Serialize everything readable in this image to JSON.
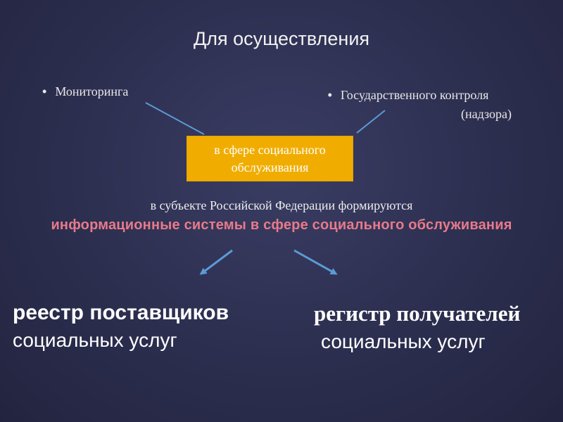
{
  "slide": {
    "title": "Для осуществления",
    "bullet_left": "Мониторинга",
    "bullet_right_line1": "Государственного контроля",
    "bullet_right_line2": "(надзора)",
    "bullet_symbol": "•",
    "box_line1": "в сфере социального",
    "box_line2": "обслуживания",
    "middle_text": "в субъекте Российской Федерации формируются",
    "highlight_text": "информационные системы в сфере социального обслуживания",
    "left_block_line1": "реестр поставщиков",
    "left_block_line2": "социальных услуг",
    "right_block_line1": "регистр получателей",
    "right_block_line2": "социальных услуг"
  },
  "colors": {
    "background": "#2c2e4f",
    "box_fill": "#f0ad00",
    "connector": "#5b9bd5",
    "highlight": "#e87a8a"
  }
}
